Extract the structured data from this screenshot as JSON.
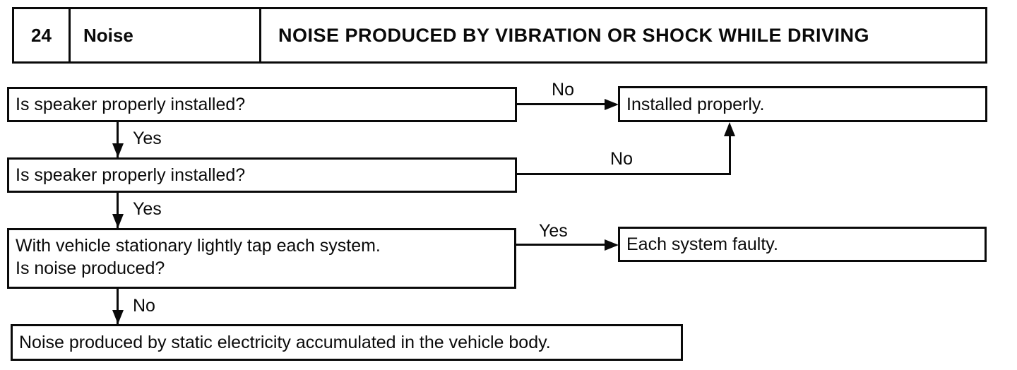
{
  "header": {
    "number": "24",
    "category": "Noise",
    "title": "NOISE PRODUCED BY VIBRATION OR SHOCK WHILE DRIVING"
  },
  "flow": {
    "step1": {
      "text": "Is speaker properly installed?",
      "yes": "Yes",
      "no": "No"
    },
    "step2": {
      "text": "Is speaker properly installed?",
      "yes": "Yes",
      "no": "No"
    },
    "step3": {
      "line1": "With vehicle stationary lightly tap each system.",
      "line2": "Is noise produced?",
      "yes": "Yes",
      "no": "No"
    },
    "result_installed": "Installed properly.",
    "result_faulty": "Each system faulty.",
    "result_static": "Noise produced by static electricity accumulated in the vehicle body."
  },
  "colors": {
    "ink": "#0a0a0a",
    "paper": "#ffffff"
  }
}
